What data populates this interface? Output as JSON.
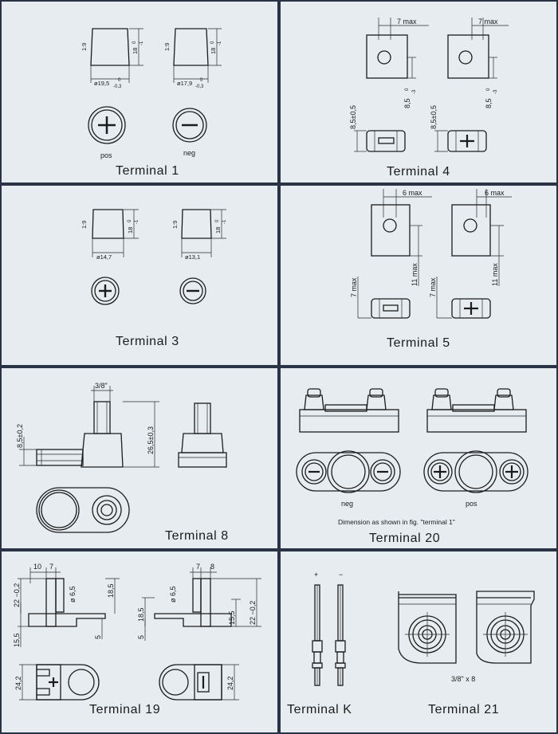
{
  "panels": {
    "t1": {
      "caption": "Terminal 1",
      "pos_label": "pos",
      "neg_label": "neg",
      "dims": {
        "ratio": "1:9",
        "height": "18",
        "height_upper": "0",
        "height_lower": "-1",
        "dia_pos": "ø19,5",
        "dia_neg": "ø17,9",
        "tol_upper": "0",
        "tol_lower": "-0,3"
      }
    },
    "t4": {
      "caption": "Terminal 4",
      "dims": {
        "width": "7 max",
        "thickness": "8,5",
        "thickness_upper": "0",
        "thickness_lower": "-3",
        "offset": "8,5±0,5"
      }
    },
    "t3": {
      "caption": "Terminal 3",
      "dims": {
        "ratio": "1:9",
        "height": "18",
        "height_upper": "0",
        "height_lower": "-1",
        "dia_pos": "ø14,7",
        "dia_neg": "ø13,1"
      }
    },
    "t5": {
      "caption": "Terminal 5",
      "dims": {
        "width": "6 max",
        "height": "11 max",
        "offset": "7 max"
      }
    },
    "t8": {
      "caption": "Terminal 8",
      "dims": {
        "thread": "3/8\"",
        "total_height": "26,5±0,3",
        "base_height": "8,5±0,2"
      }
    },
    "t20": {
      "caption": "Terminal 20",
      "neg_label": "neg",
      "pos_label": "pos",
      "note": "Dimension as shown in fig. \"terminal 1\""
    },
    "t19": {
      "caption": "Terminal 19",
      "dims": {
        "d1": "10",
        "d2": "7",
        "dia": "ø 6,5",
        "h1": "18,5",
        "h2": "22 −0,2",
        "h3": "15,5",
        "h4": "5",
        "w": "24,2",
        "d3": "7",
        "d4": "8"
      }
    },
    "tK": {
      "caption": "Terminal K",
      "plus": "+",
      "minus": "−"
    },
    "t21": {
      "caption": "Terminal 21",
      "thread": "3/8\" x 8"
    }
  }
}
